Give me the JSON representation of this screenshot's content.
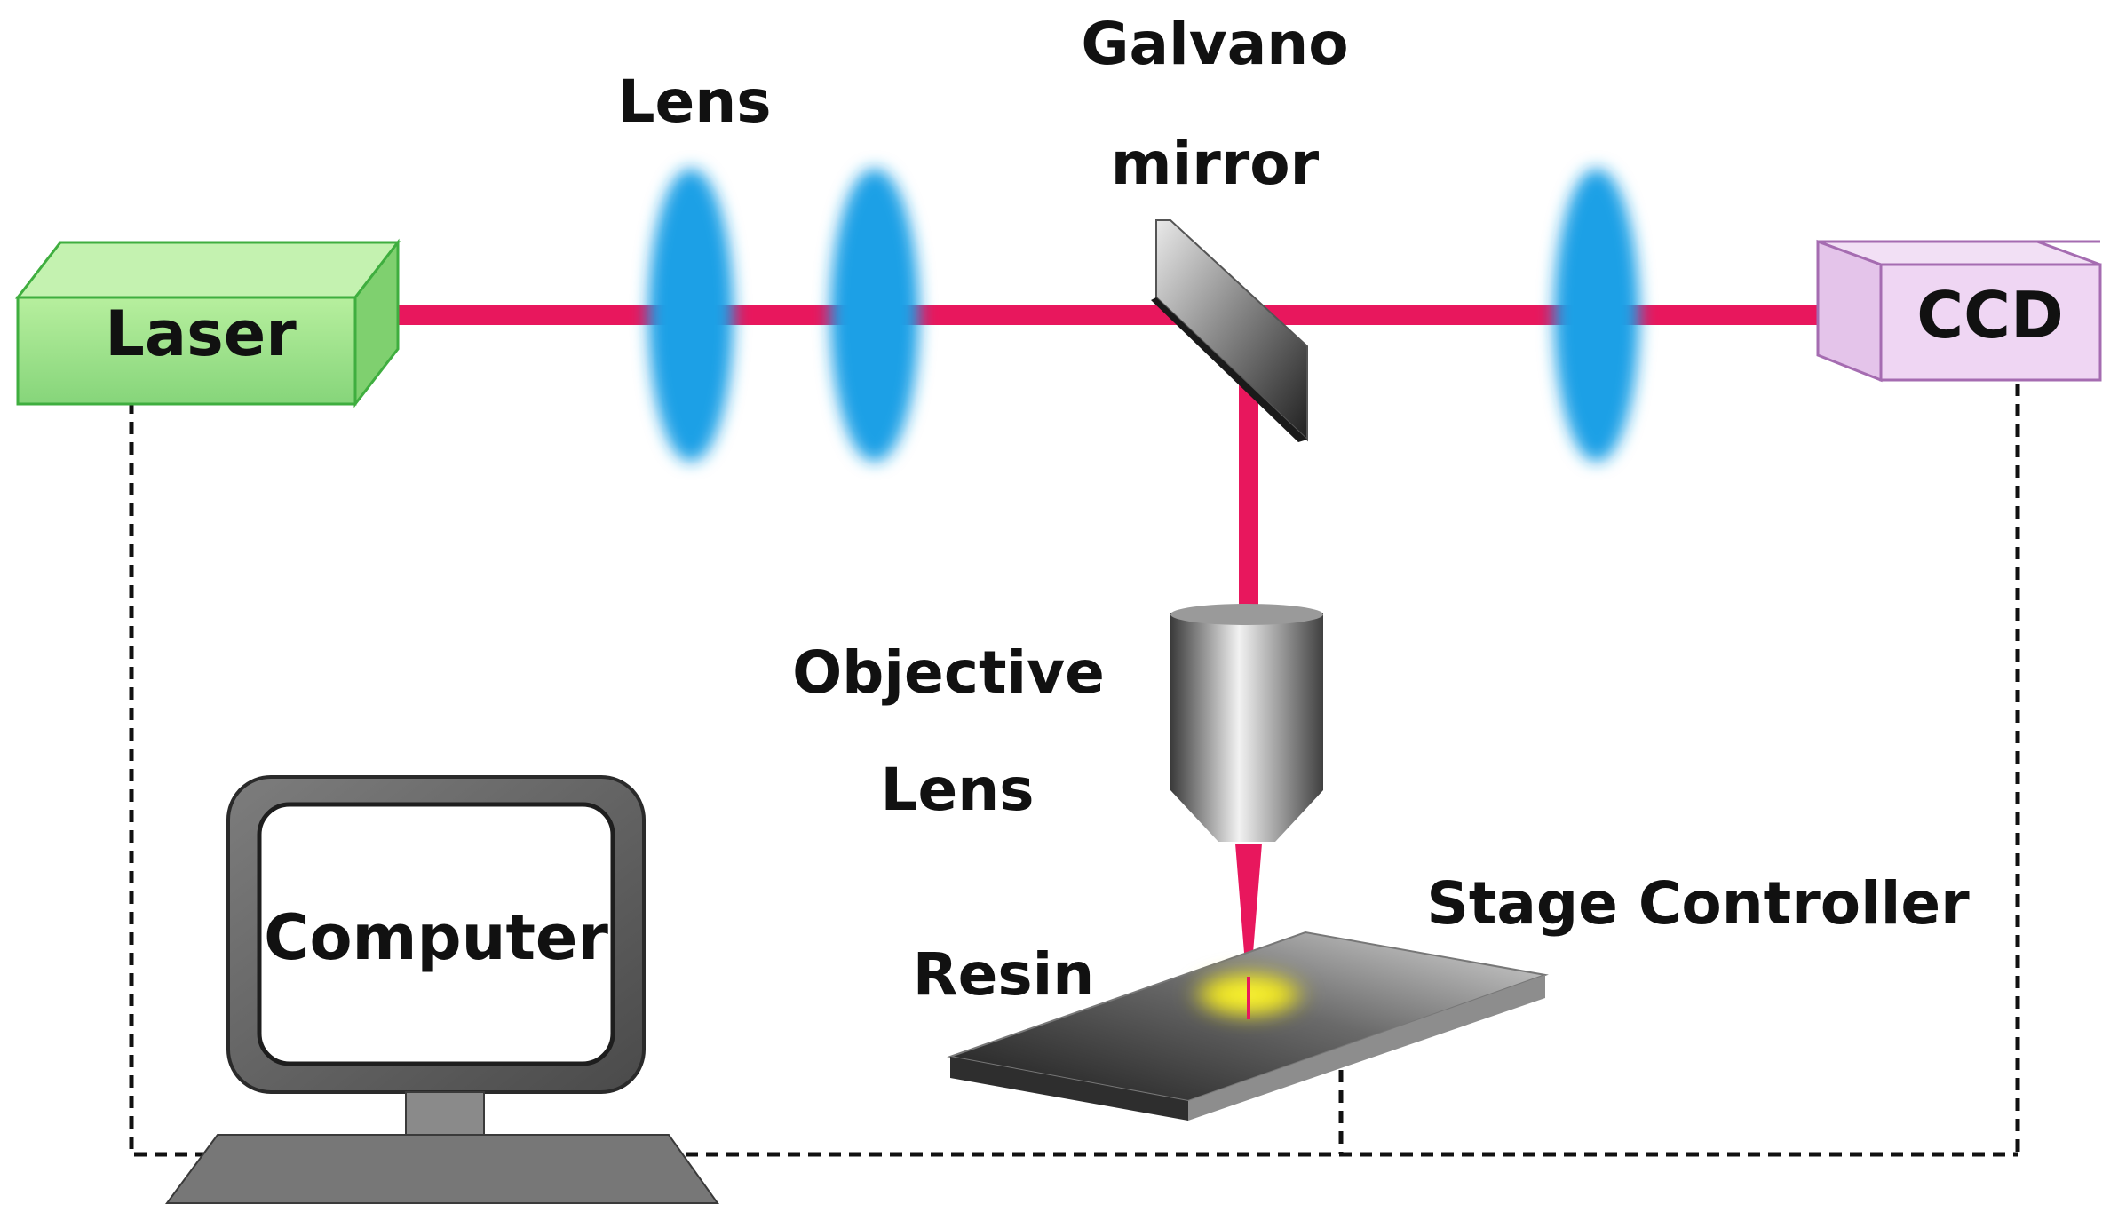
{
  "diagram": {
    "labels": {
      "laser": "Laser",
      "lens": "Lens",
      "galvano_line1": "Galvano",
      "galvano_line2": "mirror",
      "ccd": "CCD",
      "objective_line1": "Objective",
      "objective_line2": "Lens",
      "resin": "Resin",
      "stage_controller": "Stage Controller",
      "computer": "Computer"
    },
    "colors": {
      "beam": "#e8175d",
      "lens": "#1aa0e6",
      "laser_box": "#9be08e",
      "laser_edge": "#3fae3f",
      "ccd_box": "#efd6f3",
      "ccd_edge": "#a56cb1",
      "focus_spot": "#f5ee1a",
      "connection": "#111111"
    }
  }
}
